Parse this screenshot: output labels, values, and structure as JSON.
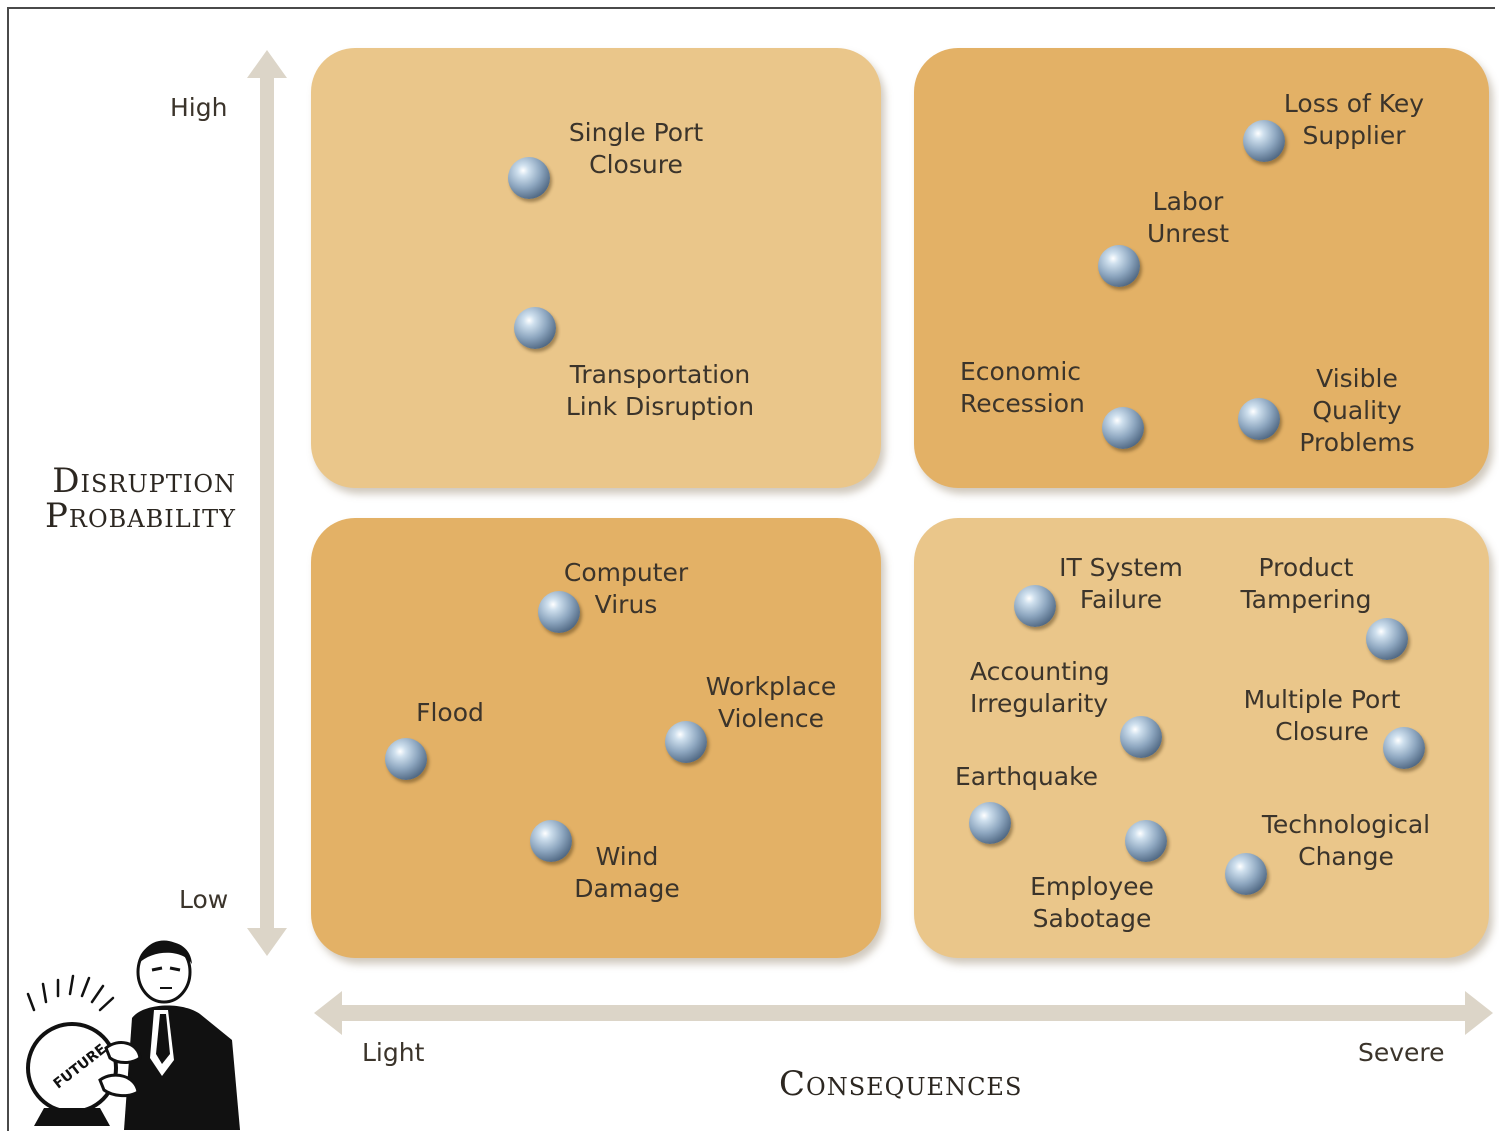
{
  "axes": {
    "vertical": {
      "title": "Disruption\nProbability",
      "high": "High",
      "low": "Low"
    },
    "horizontal": {
      "title": "Consequences",
      "low": "Light",
      "high": "Severe"
    }
  },
  "colors": {
    "quadrant_light": "#eac68a",
    "quadrant_dark": "#e3b166",
    "arrow": "#dcd5c8",
    "text": "#3b342b"
  },
  "quadrants": [
    {
      "id": "high-probability-light-consequences",
      "shade": "light",
      "risks": [
        {
          "label": "Single Port\nClosure"
        },
        {
          "label": "Transportation\nLink Disruption"
        }
      ]
    },
    {
      "id": "high-probability-severe-consequences",
      "shade": "dark",
      "risks": [
        {
          "label": "Loss of Key\nSupplier"
        },
        {
          "label": "Labor\nUnrest"
        },
        {
          "label": "Economic\nRecession"
        },
        {
          "label": "Visible Quality\nProblems"
        }
      ]
    },
    {
      "id": "low-probability-light-consequences",
      "shade": "dark",
      "risks": [
        {
          "label": "Computer\nVirus"
        },
        {
          "label": "Flood"
        },
        {
          "label": "Workplace\nViolence"
        },
        {
          "label": "Wind\nDamage"
        }
      ]
    },
    {
      "id": "low-probability-severe-consequences",
      "shade": "light",
      "risks": [
        {
          "label": "IT System\nFailure"
        },
        {
          "label": "Product\nTampering"
        },
        {
          "label": "Accounting\nIrregularity"
        },
        {
          "label": "Multiple Port\nClosure"
        },
        {
          "label": "Earthquake"
        },
        {
          "label": "Technological\nChange"
        },
        {
          "label": "Employee\nSabotage"
        }
      ]
    }
  ],
  "illustration": {
    "icon": "fortune-teller-crystal-ball-icon",
    "globe_text": "FUTURE"
  }
}
